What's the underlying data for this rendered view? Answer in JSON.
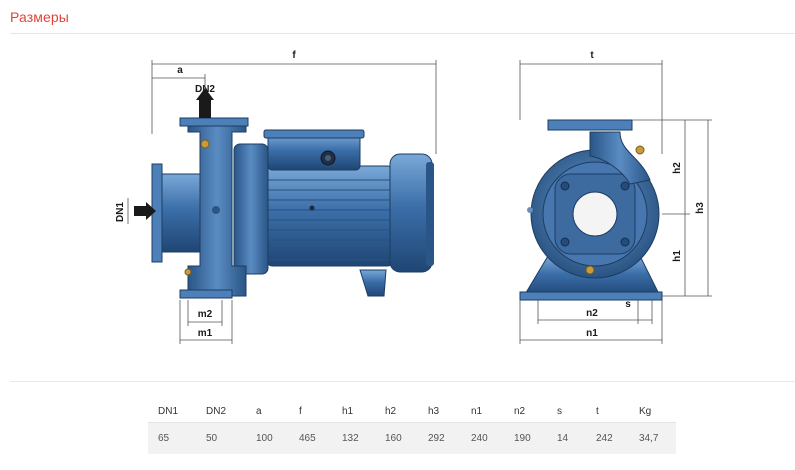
{
  "section": {
    "title": "Размеры"
  },
  "drawing": {
    "labels": {
      "a": "a",
      "f": "f",
      "dn2": "DN2",
      "dn1": "DN1",
      "m1": "m1",
      "m2": "m2",
      "t": "t",
      "h1": "h1",
      "h2": "h2",
      "h3": "h3",
      "n1": "n1",
      "n2": "n2",
      "s": "s"
    },
    "colors": {
      "pump_body": "#3b6ea8",
      "pump_dark": "#24507f",
      "pump_light": "#6f9fd0",
      "brass": "#c89b3c"
    }
  },
  "dimensions_table": {
    "headers": [
      "DN1",
      "DN2",
      "a",
      "f",
      "h1",
      "h2",
      "h3",
      "n1",
      "n2",
      "s",
      "t",
      "Kg"
    ],
    "values": [
      "65",
      "50",
      "100",
      "465",
      "132",
      "160",
      "292",
      "240",
      "190",
      "14",
      "242",
      "34,7"
    ]
  }
}
